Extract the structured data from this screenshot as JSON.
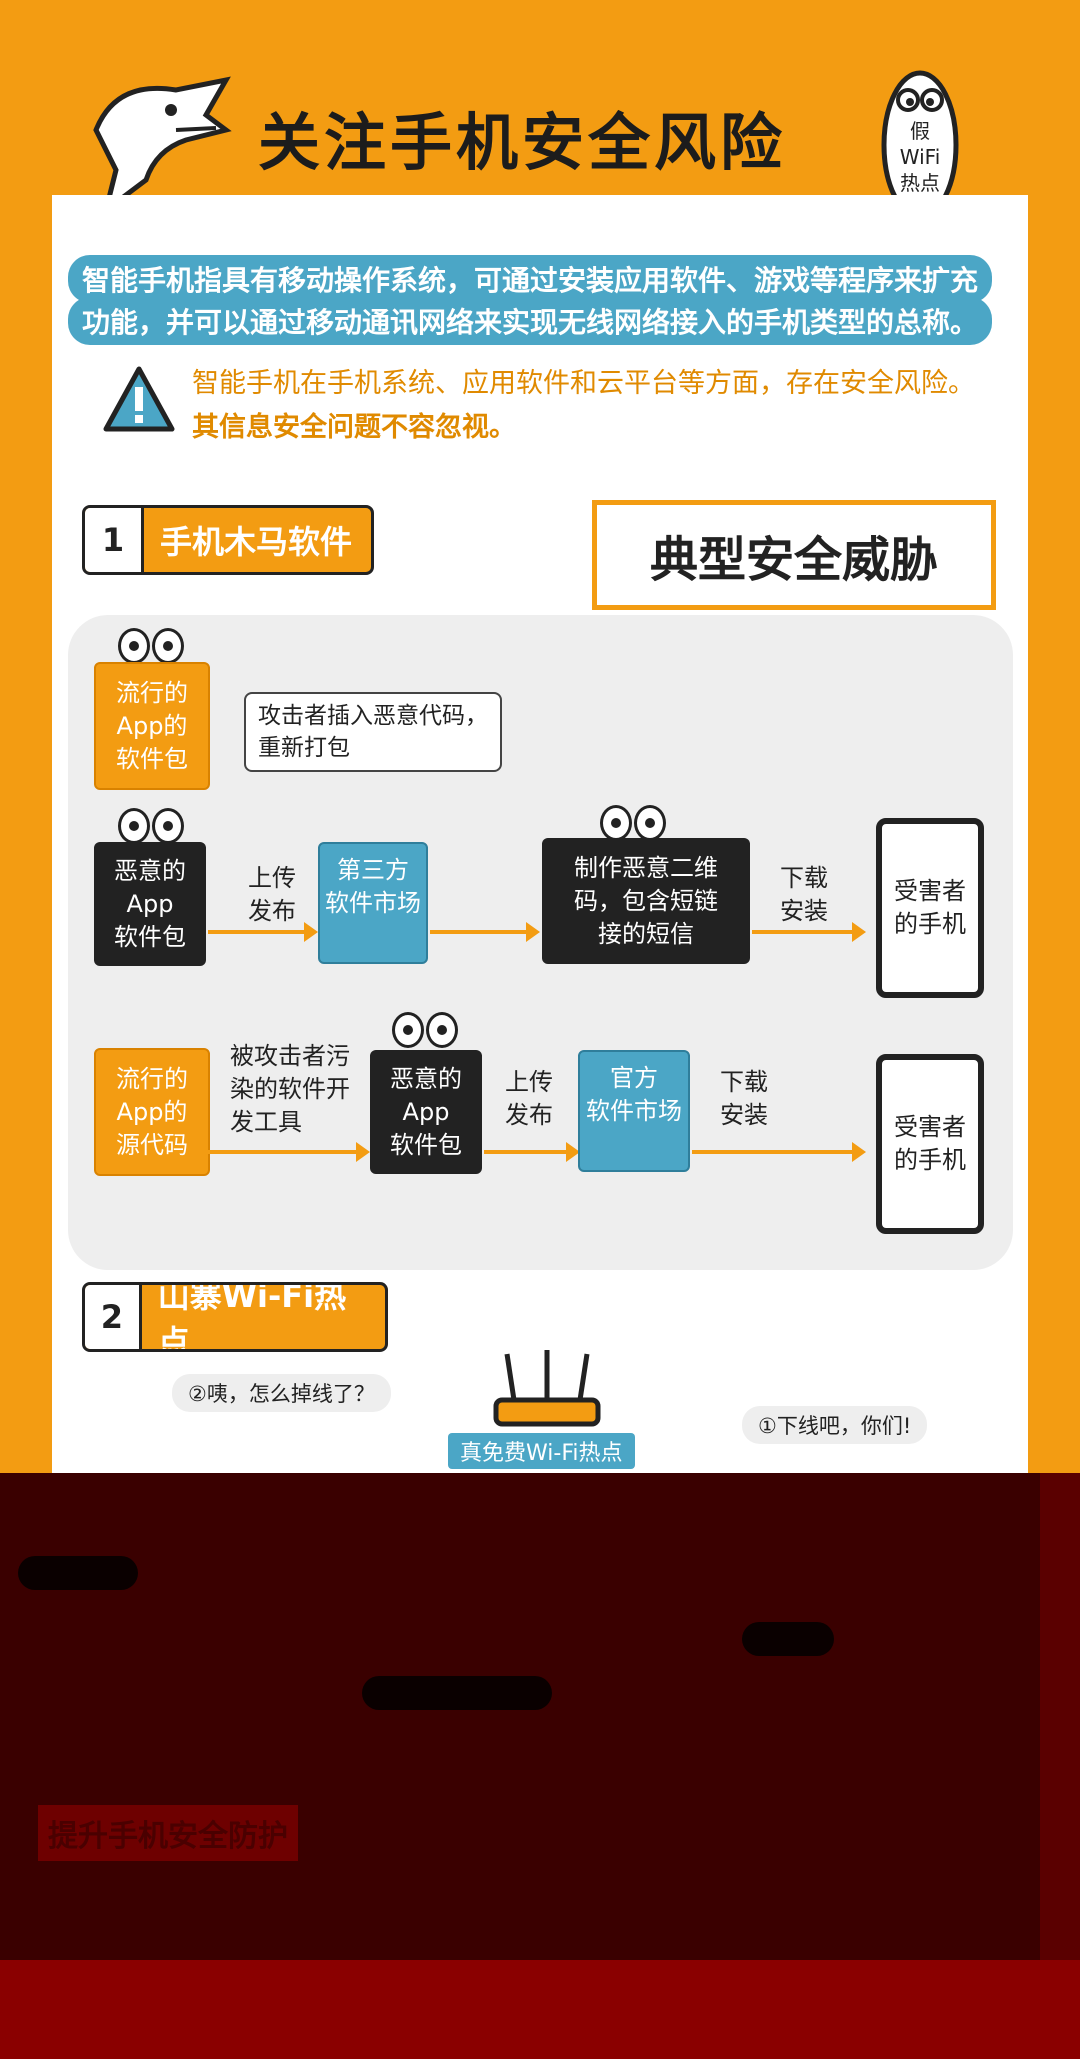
{
  "title": "关注手机安全风险",
  "mascot_sign": "假\nWiFi\n热点",
  "intro_line1": "智能手机指具有移动操作系统，可通过安装应用软件、游戏等程序来扩充",
  "intro_line2": "功能，并可以通过移动通讯网络来实现无线网络接入的手机类型的总称。",
  "warning_line1": "智能手机在手机系统、应用软件和云平台等方面，存在安全风险。",
  "warning_line2": "其信息安全问题不容忽视。",
  "typical_threats": "典型安全威胁",
  "section1": {
    "num": "1",
    "label": "手机木马软件"
  },
  "section2": {
    "num": "2",
    "label": "山寨Wi-Fi热点"
  },
  "flow1": {
    "popular_pkg": "流行的\nApp的\n软件包",
    "bubble": "攻击者插入恶意代码，\n重新打包",
    "malicious_pkg": "恶意的\nApp\n软件包",
    "upload": "上传\n发布",
    "third_party": "第三方\n软件市场",
    "qr": "制作恶意二维\n码，包含短链\n接的短信",
    "download": "下载\n安装",
    "victim": "受害者\n的手机"
  },
  "flow2": {
    "popular_src": "流行的\nApp的\n源代码",
    "polluted": "被攻击者污\n染的软件开\n发工具",
    "malicious_pkg": "恶意的\nApp\n软件包",
    "upload": "上传\n发布",
    "official": "官方\n软件市场",
    "download": "下载\n安装",
    "victim": "受害者\n的手机"
  },
  "wifi": {
    "q2": "②咦，怎么掉线了？",
    "q1": "①下线吧，你们!",
    "router_label": "真免费Wi-Fi热点"
  },
  "footer_label": "提升手机安全防护"
}
